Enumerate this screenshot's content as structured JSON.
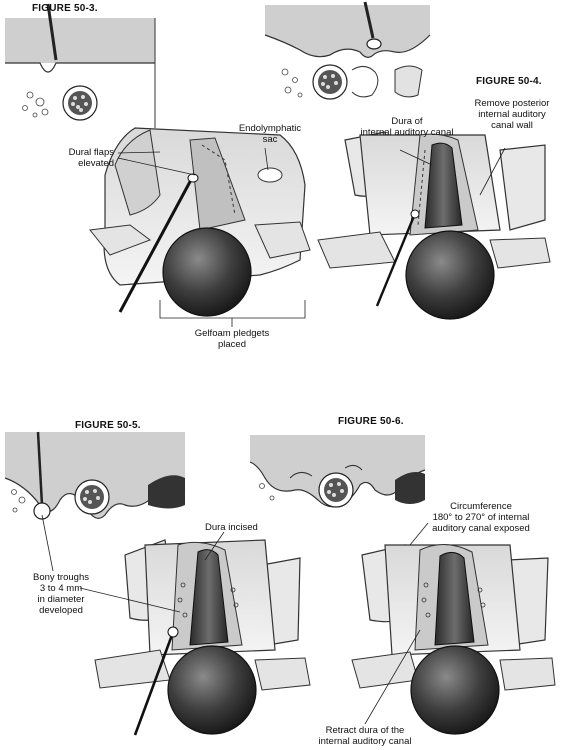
{
  "figures": {
    "f3": "FIGURE 50-3.",
    "f4": "FIGURE 50-4.",
    "f5": "FIGURE 50-5.",
    "f6": "FIGURE 50-6."
  },
  "labels": {
    "dural_flaps_1": "Dural flaps",
    "dural_flaps_2": "elevated",
    "endolymph_1": "Endolymphatic",
    "endolymph_2": "sac",
    "gelfoam_1": "Gelfoam pledgets",
    "gelfoam_2": "placed",
    "dura_iac_1": "Dura of",
    "dura_iac_2": "internal auditory canal",
    "remove_1": "Remove posterior",
    "remove_2": "internal auditory",
    "remove_3": "canal wall",
    "dura_incised": "Dura incised",
    "bony_1": "Bony troughs",
    "bony_2": "3 to 4 mm",
    "bony_3": "in diameter",
    "bony_4": "developed",
    "circ_1": "Circumference",
    "circ_2": "180° to 270° of internal",
    "circ_3": "auditory canal exposed",
    "retract_1": "Retract dura of the",
    "retract_2": "internal auditory canal"
  }
}
